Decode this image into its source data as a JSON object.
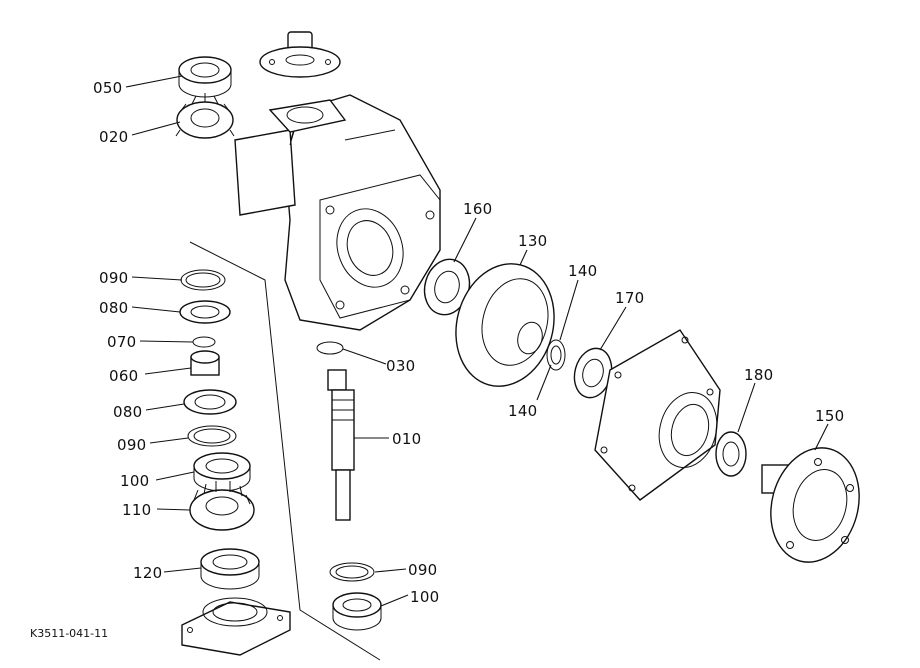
{
  "figure_code": "K3511-041-11",
  "callouts": {
    "p050": "050",
    "p020": "020",
    "p090a": "090",
    "p080a": "080",
    "p070": "070",
    "p060": "060",
    "p080b": "080",
    "p090b": "090",
    "p100a": "100",
    "p110": "110",
    "p120": "120",
    "p030": "030",
    "p010": "010",
    "p090c": "090",
    "p100b": "100",
    "p160": "160",
    "p130": "130",
    "p140a": "140",
    "p140b": "140",
    "p170": "170",
    "p180": "180",
    "p150": "150"
  }
}
